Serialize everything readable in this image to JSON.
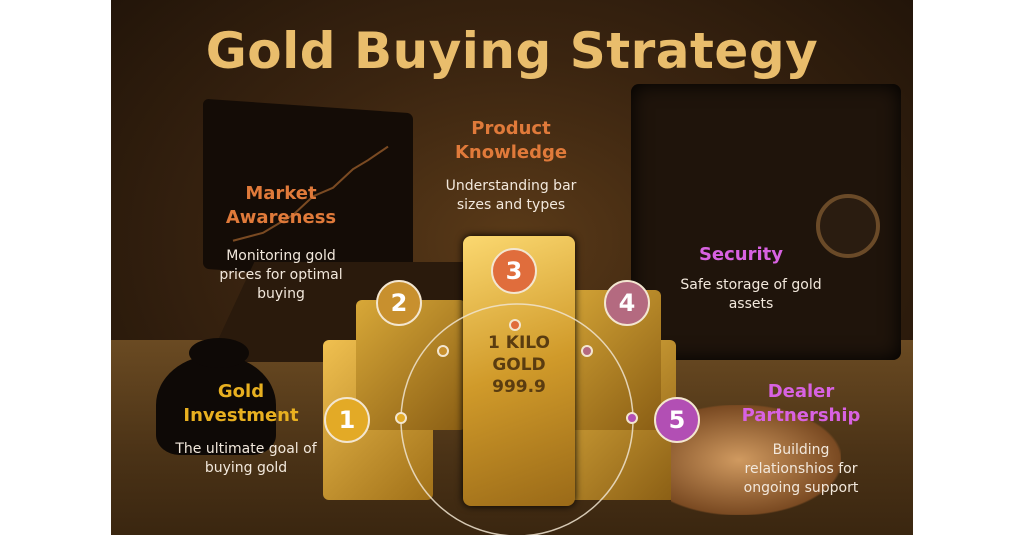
{
  "title": "Gold Buying Strategy",
  "steps": [
    {
      "number": "1",
      "heading_line1": "Gold",
      "heading_line2": "Investment",
      "description_line1": "The ultimate goal of",
      "description_line2": "buying gold",
      "color": "#e3aa26"
    },
    {
      "number": "2",
      "heading_line1": "Market",
      "heading_line2": "Awareness",
      "description_line1": "Monitoring gold",
      "description_line2": "prices for optimal",
      "description_line3": "buying",
      "color": "#c8902e"
    },
    {
      "number": "3",
      "heading_line1": "Product",
      "heading_line2": "Knowledge",
      "description_line1": "Understanding bar",
      "description_line2": "sizes and types",
      "color": "#e06d3c"
    },
    {
      "number": "4",
      "heading_line1": "Security",
      "description_line1": "Safe storage of gold",
      "description_line2": "assets",
      "color": "#b46a80"
    },
    {
      "number": "5",
      "heading_line1": "Dealer",
      "heading_line2": "Partnership",
      "description_line1": "Building",
      "description_line2": "relationshios for",
      "description_line3": "ongoing support",
      "color": "#b24fb4"
    }
  ],
  "gold_bar": {
    "line1": "1 KILO",
    "line2": "GOLD",
    "line3": "999.9"
  },
  "colors": {
    "title": "#e9bd6c",
    "heading_orange": "#e07a3a",
    "heading_magenta": "#d862e2",
    "heading_gold": "#e8b020"
  }
}
